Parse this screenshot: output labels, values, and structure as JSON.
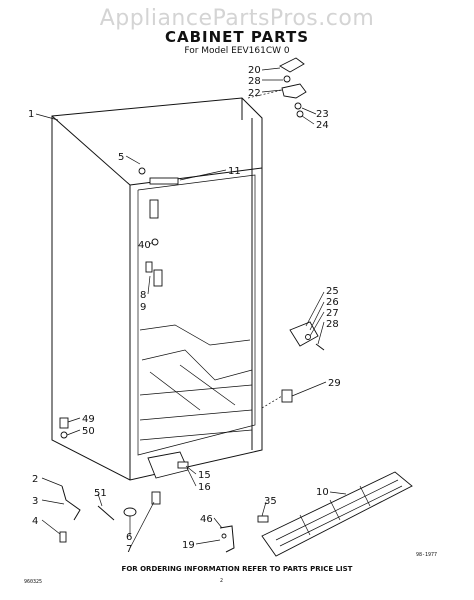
{
  "header": {
    "watermark": "AppliancePartsPros.com",
    "title": "CABINET PARTS",
    "model_line": "For Model EEV161CW 0"
  },
  "callouts": [
    "1",
    "5",
    "11",
    "20",
    "28",
    "22",
    "23",
    "24",
    "40",
    "8",
    "9",
    "25",
    "26",
    "27",
    "28",
    "29",
    "49",
    "50",
    "2",
    "3",
    "4",
    "51",
    "15",
    "16",
    "6",
    "7",
    "35",
    "10",
    "46",
    "19"
  ],
  "footer": {
    "note": "FOR ORDERING INFORMATION REFER TO PARTS PRICE LIST",
    "left_code": "960325",
    "page_number": "2",
    "right_code": "98-1977"
  }
}
